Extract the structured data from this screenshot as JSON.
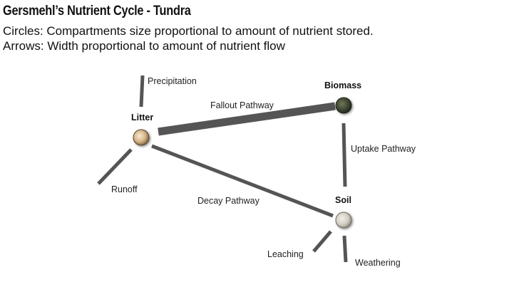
{
  "title": "Gersmehl’s Nutrient Cycle - Tundra",
  "subtitle_lines": [
    "Circles: Compartments size proportional to amount of nutrient stored.",
    "Arrows:  Width proportional to amount of nutrient flow"
  ],
  "compartments": {
    "litter": "Litter",
    "biomass": "Biomass",
    "soil": "Soil"
  },
  "pathways": {
    "fallout": "Fallout Pathway",
    "uptake": "Uptake Pathway",
    "decay": "Decay Pathway"
  },
  "flows": {
    "precipitation": "Precipitation",
    "runoff": "Runoff",
    "leaching": "Leaching",
    "weathering": "Weathering"
  },
  "colors": {
    "arrow": "#555555",
    "litter_fill": "#e2c9a4",
    "biomass_fill": "#3f4634",
    "soil_fill": "#d6d2cb"
  }
}
